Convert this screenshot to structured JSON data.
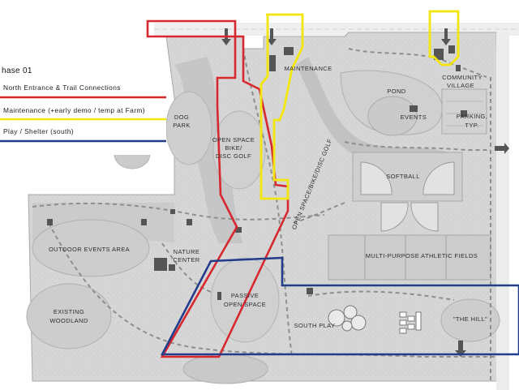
{
  "legend": {
    "title": "hase 01",
    "items": [
      {
        "label": "North Entrance & Trail Connections",
        "color": "#d7282f"
      },
      {
        "label": "Maintenance (+early demo / temp at Farm)",
        "color": "#f3e60c"
      },
      {
        "label": "Play / Shelter (south)",
        "color": "#243c8c"
      }
    ]
  },
  "labels": {
    "maintenance": "MAINTENANCE",
    "community_1": "COMMUNITY",
    "community_2": "VILLAGE",
    "pond": "POND",
    "events": "EVENTS",
    "parking_1": "PARKING,",
    "parking_2": "TYP.",
    "dog_park_1": "DOG",
    "dog_park_2": "PARK",
    "open_space_1": "OPEN SPACE",
    "open_space_2": "BIKE/",
    "open_space_3": "DISC GOLF",
    "softball": "SOFTBALL",
    "open_space_diag": "OPEN SPACE/BIKE/DISC GOLF",
    "outdoor_events": "OUTDOOR EVENTS AREA",
    "nature_1": "NATURE",
    "nature_2": "CENTER",
    "athletic_fields": "MULTI-PURPOSE ATHLETIC FIELDS",
    "existing_1": "EXISTING",
    "existing_2": "WOODLAND",
    "passive_1": "PASSIVE",
    "passive_2": "OPEN SPACE",
    "south_play": "SOUTH PLAY",
    "the_hill": "\"THE HILL\""
  },
  "colors": {
    "background": "#ffffff",
    "site": "#d9d9d9",
    "vegetation": "#c3c3c3",
    "path": "#8c8c8c",
    "road": "#ececec",
    "field": "#cfcfcf",
    "red": "#d7282f",
    "yellow": "#f3e60c",
    "blue": "#243c8c"
  }
}
